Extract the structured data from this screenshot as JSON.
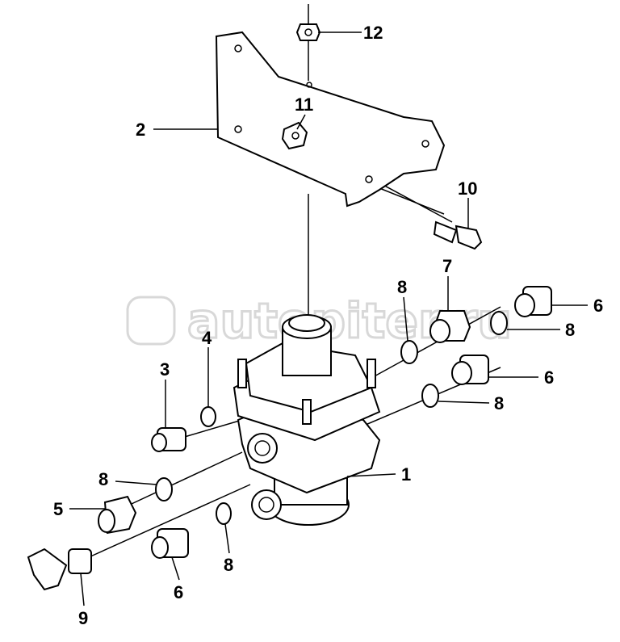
{
  "watermark": {
    "logo": "a>",
    "text": "autopiter.ru"
  },
  "callouts": [
    {
      "id": "c12",
      "label": "12"
    },
    {
      "id": "c2",
      "label": "2"
    },
    {
      "id": "c11",
      "label": "11"
    },
    {
      "id": "c10",
      "label": "10"
    },
    {
      "id": "c7",
      "label": "7"
    },
    {
      "id": "c8a",
      "label": "8"
    },
    {
      "id": "c6a",
      "label": "6"
    },
    {
      "id": "c8b",
      "label": "8"
    },
    {
      "id": "c4",
      "label": "4"
    },
    {
      "id": "c3",
      "label": "3"
    },
    {
      "id": "c6b",
      "label": "6"
    },
    {
      "id": "c8c",
      "label": "8"
    },
    {
      "id": "c1",
      "label": "1"
    },
    {
      "id": "c8d",
      "label": "8"
    },
    {
      "id": "c5",
      "label": "5"
    },
    {
      "id": "c8e",
      "label": "8"
    },
    {
      "id": "c6c",
      "label": "6"
    },
    {
      "id": "c9",
      "label": "9"
    }
  ]
}
